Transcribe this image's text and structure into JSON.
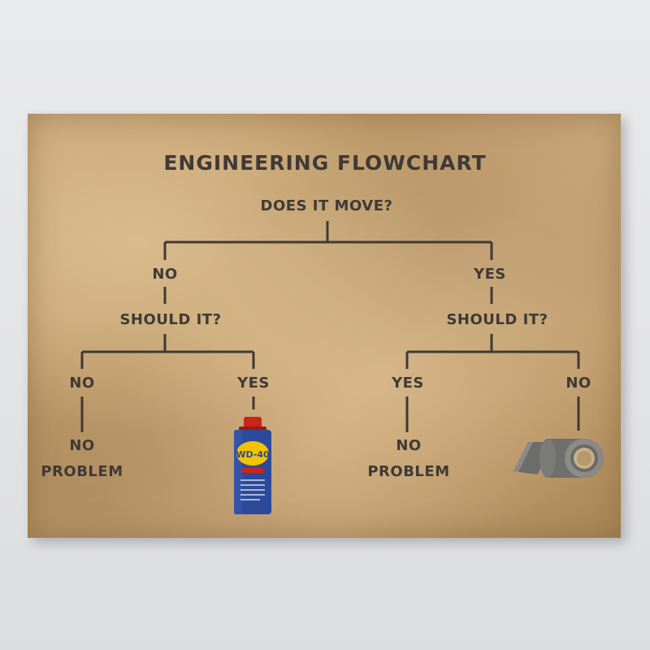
{
  "title": "ENGINEERING FLOWCHART",
  "root_question": "DOES IT MOVE?",
  "left_branch": {
    "answer": "NO",
    "question": "SHOULD IT?",
    "left_answer": "NO",
    "left_result": [
      "NO",
      "PROBLEM"
    ],
    "right_answer": "YES",
    "right_result_image": "wd-40-spray-can"
  },
  "right_branch": {
    "answer": "YES",
    "question": "SHOULD IT?",
    "left_answer": "YES",
    "left_result": [
      "NO",
      "PROBLEM"
    ],
    "right_answer": "NO",
    "right_result_image": "duct-tape-roll"
  },
  "wd40_can": {
    "brand": "WD-40"
  },
  "colors": {
    "ink": "#3e3a36",
    "paper": "#c6a372",
    "wall": "#e6e7e9",
    "can_blue": "#2d4a9a",
    "can_yellow": "#f2c400",
    "can_red": "#c8251d"
  }
}
